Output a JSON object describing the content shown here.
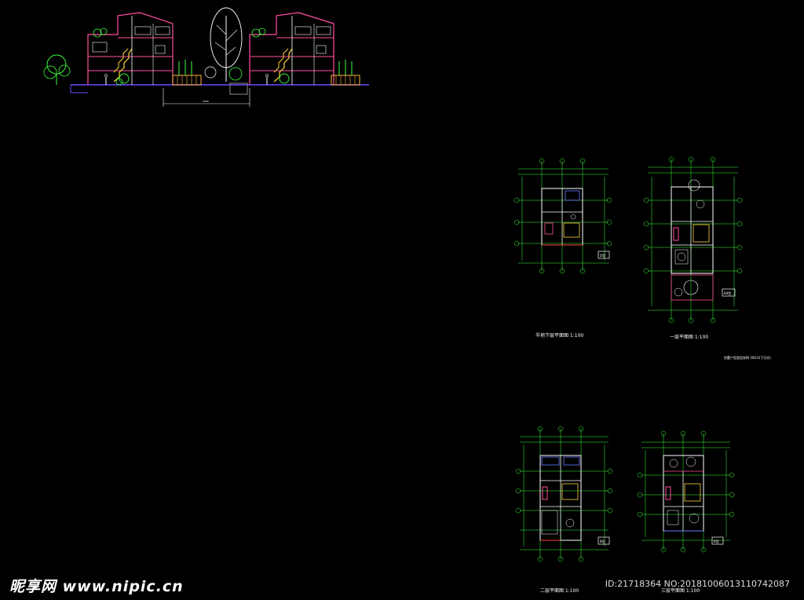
{
  "watermark": {
    "logo": "昵享网 www.nipic.cn",
    "id": "ID:21718364 NO:20181006013110742087"
  },
  "elevation": {
    "dimension_text": "5000"
  },
  "plans": [
    {
      "key": "p1",
      "title": "半地下层平面图  1:100",
      "tag": "D型"
    },
    {
      "key": "p2",
      "title": "一层平面图  1:100",
      "tag": "B4型",
      "note": "别墅户型类型说明 300.0(下沉式)"
    },
    {
      "key": "p3",
      "title": "二层平面图  1:100",
      "tag": "B型"
    },
    {
      "key": "p4",
      "title": "三层平面图  1:100",
      "tag": "B型"
    }
  ]
}
